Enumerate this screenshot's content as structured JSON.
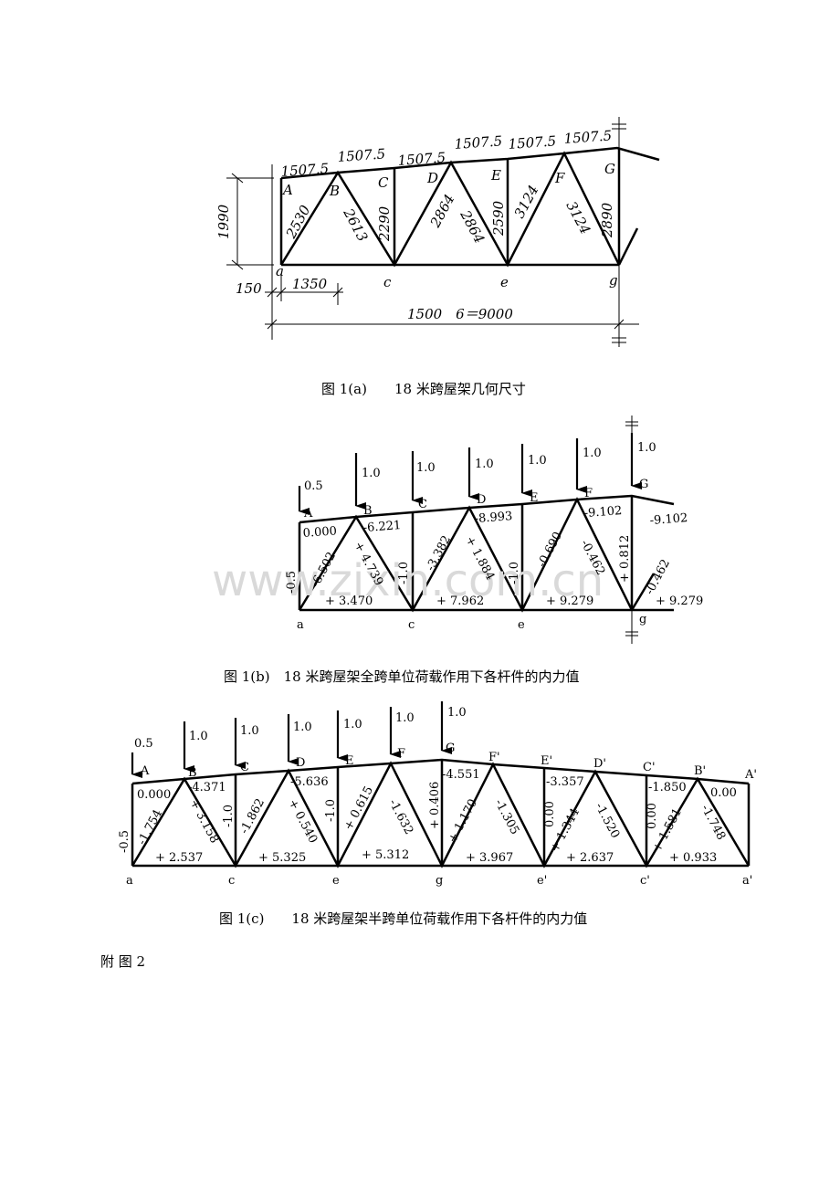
{
  "fig_a": {
    "panel_labels": [
      "1507.5",
      "1507.5",
      "1507.5",
      "1507.5",
      "1507.5",
      "1507.5"
    ],
    "top_nodes": [
      "A",
      "B",
      "C",
      "D",
      "E",
      "F",
      "G"
    ],
    "bottom_nodes": [
      "a",
      "c",
      "e",
      "g"
    ],
    "member_lengths": [
      "2530",
      "2613",
      "2290",
      "2864",
      "2864",
      "2590",
      "3124",
      "3124",
      "2890"
    ],
    "dim_height": "1990",
    "dim_left": "150",
    "dim_panel": "1350",
    "dim_total": "1500　6＝9000",
    "caption": "图 1(a)　　18 米跨屋架几何尺寸"
  },
  "fig_b": {
    "loads": [
      "0.5",
      "1.0",
      "1.0",
      "1.0",
      "1.0",
      "1.0",
      "1.0"
    ],
    "top_nodes": [
      "A",
      "B",
      "C",
      "D",
      "E",
      "F",
      "G"
    ],
    "bottom_nodes": [
      "a",
      "c",
      "e",
      "g"
    ],
    "top_chord": [
      "0.000",
      "-6.221",
      "-8.993",
      "-9.102",
      "-9.102"
    ],
    "bottom_chord": [
      "+ 3.470",
      "+ 7.962",
      "+ 9.279",
      "+ 9.279"
    ],
    "diagonals": [
      "-6.502",
      "+ 4.739",
      "-3.382",
      "+ 1.884",
      "-0.690",
      "-0.462",
      "-0.462"
    ],
    "verticals": [
      "-0.5",
      "-1.0",
      "-1.0",
      "+ 0.812"
    ],
    "caption": "图 1(b)　18 米跨屋架全跨单位荷载作用下各杆件的内力值"
  },
  "fig_c": {
    "loads": [
      "0.5",
      "1.0",
      "1.0",
      "1.0",
      "1.0",
      "1.0",
      "1.0"
    ],
    "top_nodes": [
      "A",
      "B",
      "C",
      "D",
      "E",
      "F",
      "G",
      "F'",
      "E'",
      "D'",
      "C'",
      "B'",
      "A'"
    ],
    "bottom_nodes": [
      "a",
      "c",
      "e",
      "g",
      "e'",
      "c'",
      "a'"
    ],
    "top_chord": [
      "0.000",
      "-4.371",
      "-5.636",
      "-4.551",
      "-3.357",
      "-1.850",
      "0.00"
    ],
    "bottom_chord": [
      "+ 2.537",
      "+ 5.325",
      "+ 5.312",
      "+ 3.967",
      "+ 2.637",
      "+ 0.933"
    ],
    "diagonals": [
      "-1.754",
      "+ 3.158",
      "-1.862",
      "+ 0.540",
      "+ 0.615",
      "-1.632",
      "+ 1.170",
      "-1.305",
      "+ 1.344",
      "-1.520",
      "+ 1.581",
      "-1.748"
    ],
    "verticals": [
      "-0.5",
      "-1.0",
      "-1.0",
      "+ 0.406",
      "0.00",
      "0.00"
    ],
    "caption": "图 1(c)　　18 米跨屋架半跨单位荷载作用下各杆件的内力值"
  },
  "footer": {
    "label": "附  图  2"
  },
  "watermark": "www.zixin.com.cn"
}
